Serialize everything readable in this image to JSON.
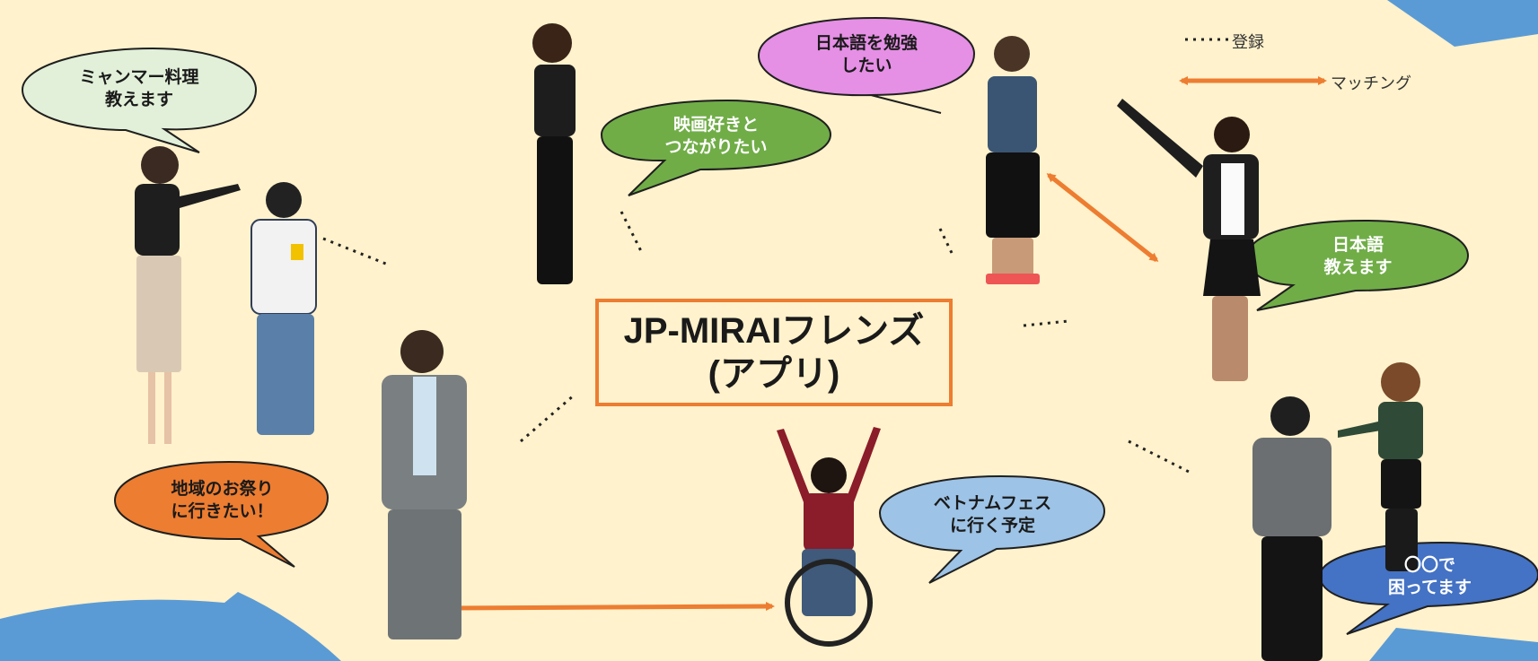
{
  "title": {
    "line1": "JP-MIRAIフレンズ",
    "line2": "(アプリ)"
  },
  "legend": {
    "registration_label": "登録",
    "matching_label": "マッチング"
  },
  "bubbles": {
    "myanmar": {
      "line1": "ミャンマー料理",
      "line2": "教えます",
      "color": "#e2f0d9"
    },
    "movie": {
      "line1": "映画好きと",
      "line2": "つながりたい",
      "color": "#70ad47"
    },
    "study_japanese": {
      "line1": "日本語を勉強",
      "line2": "したい",
      "color": "#e58fe5"
    },
    "teach_japanese": {
      "line1": "日本語",
      "line2": "教えます",
      "color": "#70ad47"
    },
    "festival": {
      "line1": "地域のお祭り",
      "line2": "に行きたい！",
      "color": "#ed7d31"
    },
    "vietnam": {
      "line1": "ベトナムフェス",
      "line2": "に行く予定",
      "color": "#9dc3e6"
    },
    "trouble": {
      "line1": "〇〇で",
      "line2": "困ってます",
      "color": "#4472c4"
    }
  },
  "colors": {
    "background": "#fff2cc",
    "accent_orange": "#ed7d31",
    "corner_blue": "#5b9bd5"
  }
}
